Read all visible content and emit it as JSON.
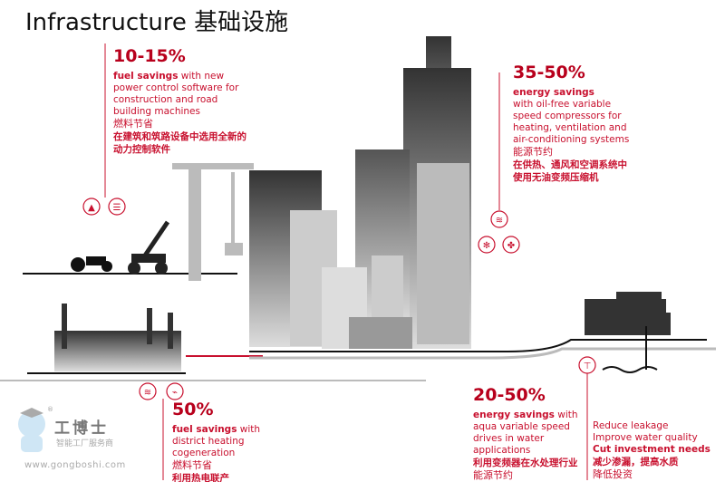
{
  "title": "Infrastructure 基础设施",
  "colors": {
    "accent": "#c8102e",
    "building": "#555555"
  },
  "callouts": [
    {
      "percent": "10-15%",
      "bold": "fuel savings",
      "text": " with new power control software for construction and road building machines",
      "zh_title": "燃料节省",
      "zh_text": "在建筑和筑路设备中选用全新的动力控制软件",
      "icons": [
        "road-icon",
        "brick-icon"
      ]
    },
    {
      "percent": "35-50%",
      "bold": "energy savings",
      "text": "with oil-free variable speed compressors for heating, ventilation and air-conditioning systems",
      "zh_title": "能源节约",
      "zh_text": "在供热、通风和空调系统中使用无油变频压缩机",
      "icons": [
        "heat-icon",
        "snowflake-icon",
        "fan-icon"
      ]
    },
    {
      "percent": "50%",
      "bold": "fuel savings",
      "text": " with district heating cogeneration",
      "zh_title": "燃料节省",
      "zh_text": "利用热电联产",
      "icons": [
        "heat-icon",
        "plug-icon"
      ]
    },
    {
      "percent": "20-50%",
      "bold": "energy savings",
      "text": " with aqua variable speed drives in water applications",
      "zh_text": "利用变频器在水处理行业",
      "zh_title": "能源节约"
    },
    {
      "lines": [
        "Reduce leakage",
        "Improve water quality"
      ],
      "bold": "Cut investment needs",
      "zh_text": "减少渗漏，提高水质",
      "zh_title": "降低投资",
      "icons": [
        "faucet-icon"
      ]
    }
  ],
  "logo": {
    "name": "工博士",
    "tagline": "智能工厂服务商",
    "url": "www.gongboshi.com",
    "reg": "®"
  }
}
